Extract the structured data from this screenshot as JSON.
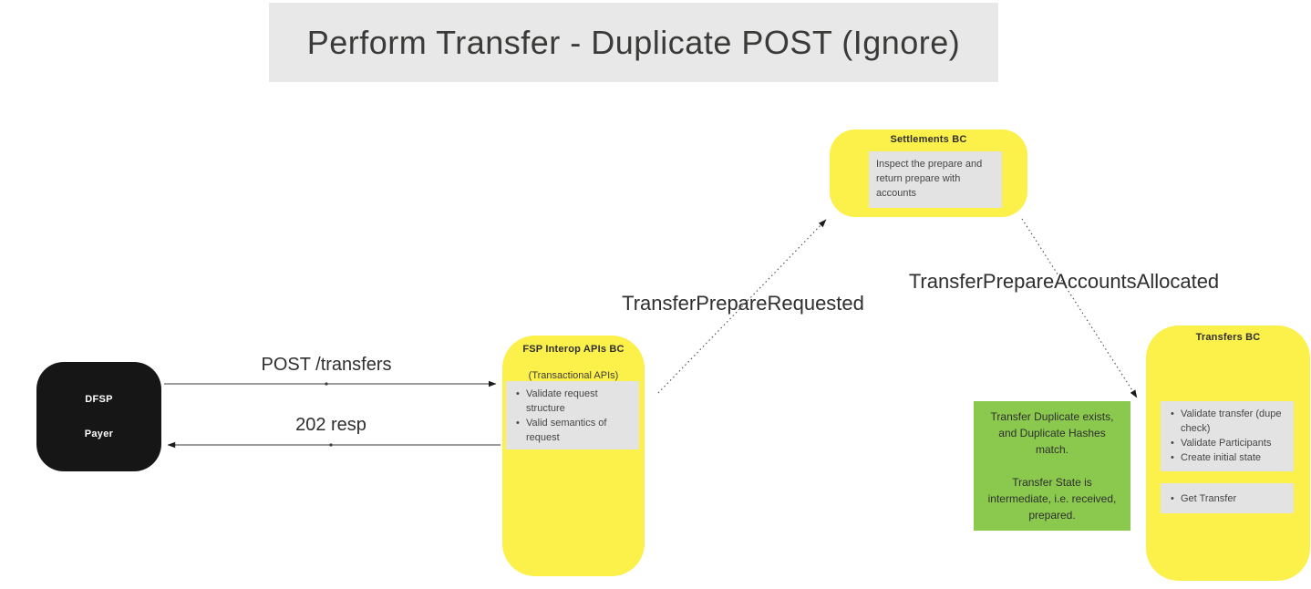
{
  "title": "Perform Transfer - Duplicate POST (Ignore)",
  "colors": {
    "sticky_yellow": "#fcf04a",
    "note_green": "#8bc94e",
    "actor_black": "#161616",
    "inner_gray": "#e3e3e3",
    "title_bar_gray": "#e8e8e8",
    "arrow": "#333333"
  },
  "actor": {
    "line1": "DFSP",
    "line2": "Payer"
  },
  "boxes": {
    "fsp_interop": {
      "title": "FSP Interop APIs BC",
      "subtitle": "(Transactional APIs)",
      "items": [
        "Validate request structure",
        "Valid semantics of request"
      ]
    },
    "settlements": {
      "title": "Settlements BC",
      "note": "Inspect the prepare and return prepare with accounts"
    },
    "transfers": {
      "title": "Transfers BC",
      "items_primary": [
        "Validate transfer (dupe check)",
        "Validate Participants",
        "Create initial state"
      ],
      "items_secondary": [
        "Get Transfer"
      ]
    }
  },
  "green_note": {
    "para1": "Transfer Duplicate exists, and Duplicate Hashes match.",
    "para2": "Transfer State is intermediate, i.e. received, prepared."
  },
  "edges": {
    "post_transfers": "POST /transfers",
    "resp_202": "202 resp",
    "prepare_requested": "TransferPrepareRequested",
    "accounts_allocated": "TransferPrepareAccountsAllocated"
  }
}
